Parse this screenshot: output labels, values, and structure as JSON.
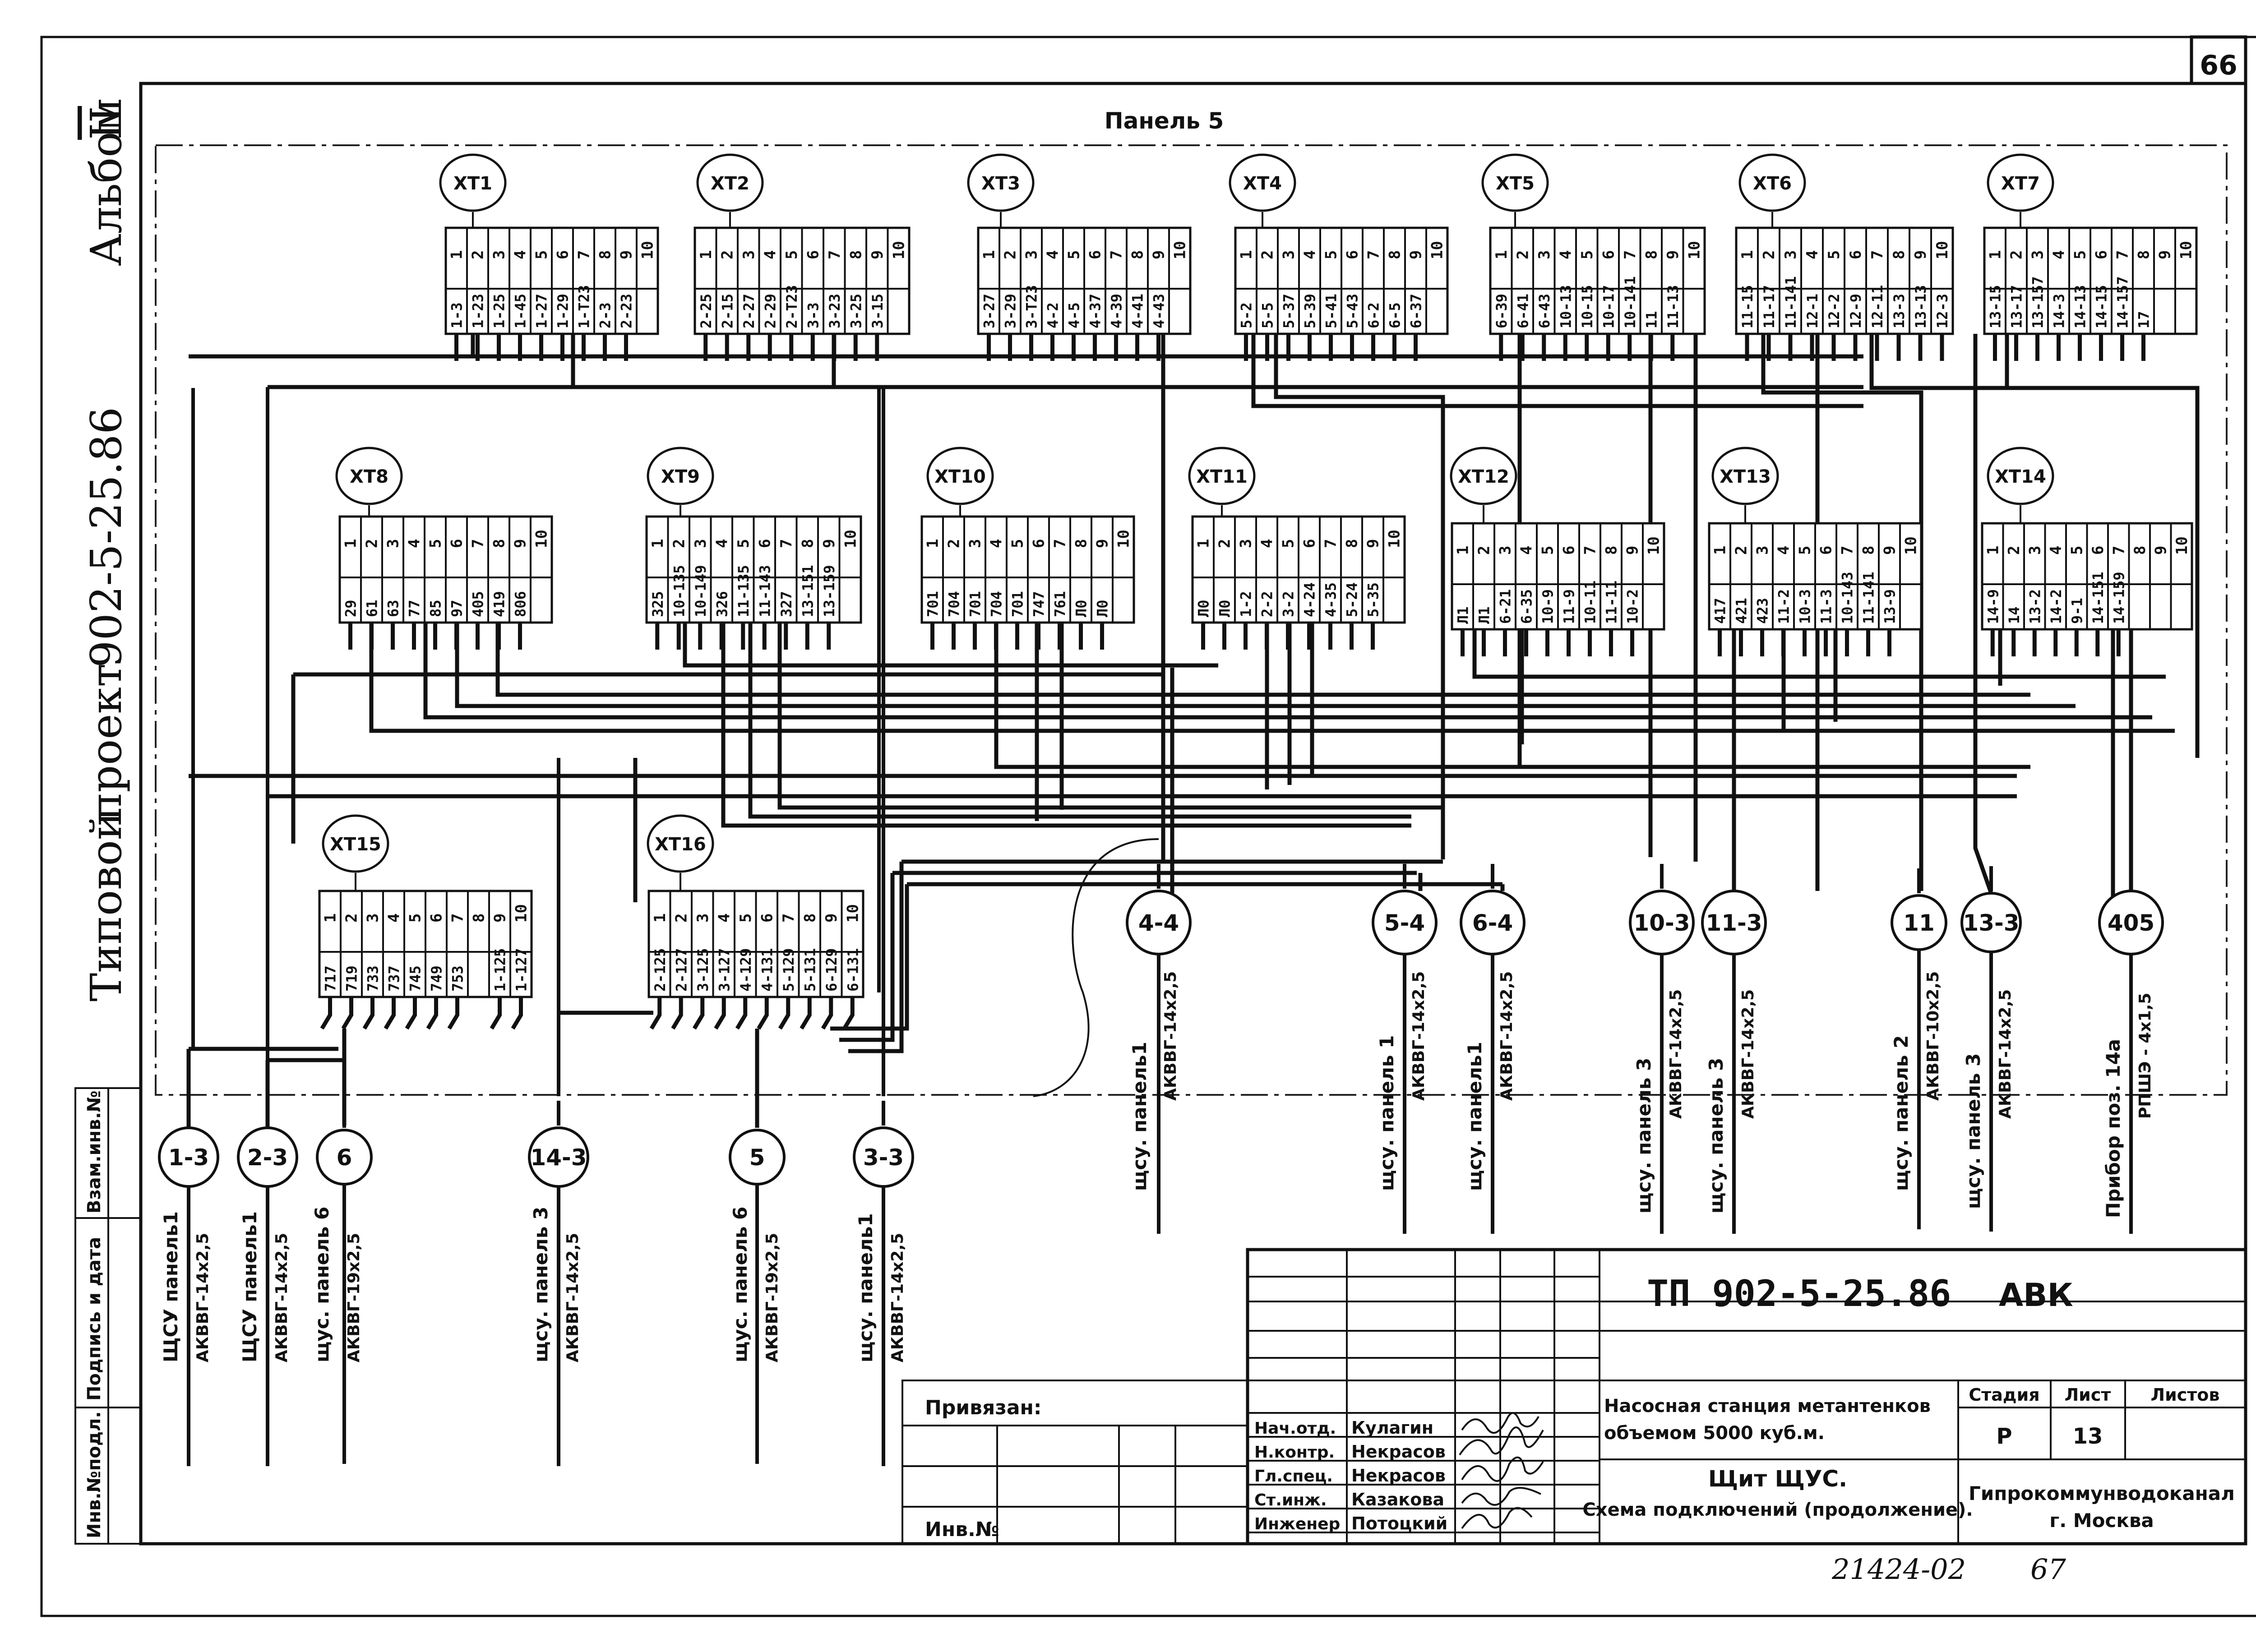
{
  "sheet": {
    "page_number": "66",
    "left_strip_title": "Типовой проект 902-5-25.86 Альбом II",
    "left_strip_parts": [
      "Типовой",
      "проект",
      "902-5-25.86",
      "Альбом",
      "II"
    ],
    "left_fields": [
      "Взам.инв.№",
      "Подпись и дата",
      "Инв.№подл."
    ],
    "panel_label": "Панель 5"
  },
  "terminal_blocks": [
    {
      "id": "XT1",
      "entries": [
        "1-3",
        "1-23",
        "1-25",
        "1-45",
        "1-27",
        "1-29",
        "1-Т23",
        "2-3",
        "2-23",
        ""
      ]
    },
    {
      "id": "XT2",
      "entries": [
        "2-25",
        "2-15",
        "2-27",
        "2-29",
        "2-Т23",
        "3-3",
        "3-23",
        "3-25",
        "3-15",
        ""
      ]
    },
    {
      "id": "XT3",
      "entries": [
        "3-27",
        "3-29",
        "3-Т23",
        "4-2",
        "4-5",
        "4-37",
        "4-39",
        "4-41",
        "4-43",
        ""
      ]
    },
    {
      "id": "XT4",
      "entries": [
        "5-2",
        "5-5",
        "5-37",
        "5-39",
        "5-41",
        "5-43",
        "6-2",
        "6-5",
        "6-37",
        ""
      ]
    },
    {
      "id": "XT5",
      "entries": [
        "6-39",
        "6-41",
        "6-43",
        "10-13",
        "10-15",
        "10-17",
        "10-141",
        "11",
        "11-13",
        ""
      ]
    },
    {
      "id": "XT6",
      "entries": [
        "11-15",
        "11-17",
        "11-141",
        "12-1",
        "12-2",
        "12-9",
        "12-11",
        "13-3",
        "13-13",
        "12-3"
      ]
    },
    {
      "id": "XT7",
      "entries": [
        "13-15",
        "13-17",
        "13-157",
        "14-3",
        "14-13",
        "14-15",
        "14-157",
        "17",
        "",
        ""
      ]
    },
    {
      "id": "XT8",
      "entries": [
        "29",
        "61",
        "63",
        "77",
        "85",
        "97",
        "405",
        "419",
        "806",
        ""
      ]
    },
    {
      "id": "XT9",
      "entries": [
        "325",
        "10-135",
        "10-149",
        "326",
        "11-135",
        "11-143",
        "327",
        "13-151",
        "13-159",
        ""
      ]
    },
    {
      "id": "XT10",
      "entries": [
        "701",
        "704",
        "701",
        "704",
        "701",
        "747",
        "761",
        "Л0",
        "Л0",
        ""
      ]
    },
    {
      "id": "XT11",
      "entries": [
        "Л0",
        "Л0",
        "1-2",
        "2-2",
        "3-2",
        "4-24",
        "4-35",
        "5-24",
        "5-35",
        ""
      ]
    },
    {
      "id": "XT12",
      "entries": [
        "Л1",
        "Л1",
        "6-21",
        "6-35",
        "10-9",
        "11-9",
        "10-11",
        "11-11",
        "10-2",
        ""
      ]
    },
    {
      "id": "XT13",
      "entries": [
        "417",
        "421",
        "423",
        "11-2",
        "10-3",
        "11-3",
        "10-143",
        "11-141",
        "13-9",
        ""
      ]
    },
    {
      "id": "XT14",
      "entries": [
        "14-9",
        "14",
        "13-2",
        "14-2",
        "9-1",
        "14-151",
        "14-159",
        "",
        "",
        ""
      ]
    },
    {
      "id": "XT15",
      "entries": [
        "717",
        "719",
        "733",
        "737",
        "745",
        "749",
        "753",
        "",
        "1-125",
        "1-127"
      ]
    },
    {
      "id": "XT16",
      "entries": [
        "2-125",
        "2-127",
        "3-125",
        "3-127",
        "4-129",
        "4-131",
        "5-129",
        "5-131",
        "6-129",
        "6-131"
      ]
    }
  ],
  "cables": [
    {
      "id": "1-3",
      "destination": "ЩСУ панель1",
      "cable": "АКВВГ-14х2,5"
    },
    {
      "id": "2-3",
      "destination": "ЩСУ панель1",
      "cable": "АКВВГ-14х2,5"
    },
    {
      "id": "6",
      "destination": "щус. панель 6",
      "cable": "АКВВГ-19х2,5"
    },
    {
      "id": "14-3",
      "destination": "щсу. панель 3",
      "cable": "АКВВГ-14х2,5"
    },
    {
      "id": "5",
      "destination": "щус. панель 6",
      "cable": "АКВВГ-19х2,5"
    },
    {
      "id": "3-3",
      "destination": "щсу. панель1",
      "cable": "АКВВГ-14х2,5"
    },
    {
      "id": "4-4",
      "destination": "щсу. панель1",
      "cable": "АКВВГ-14х2,5"
    },
    {
      "id": "5-4",
      "destination": "щсу. панель 1",
      "cable": "АКВВГ-14х2,5"
    },
    {
      "id": "6-4",
      "destination": "щсу. панель1",
      "cable": "АКВВГ-14х2,5"
    },
    {
      "id": "10-3",
      "destination": "щсу. панель 3",
      "cable": "АКВВГ-14х2,5"
    },
    {
      "id": "11-3",
      "destination": "щсу. панель 3",
      "cable": "АКВВГ-14х2,5"
    },
    {
      "id": "11",
      "destination": "щсу. панель 2",
      "cable": "АКВВГ-10х2,5"
    },
    {
      "id": "13-3",
      "destination": "щсу. панель 3",
      "cable": "АКВВГ-14х2,5"
    },
    {
      "id": "405",
      "destination": "Прибор поз. 14а",
      "cable": "РПШЭ - 4х1,5"
    }
  ],
  "title_block": {
    "code": "ТП 902-5-25.86",
    "suffix": "АВК",
    "linked_label": "Привязан:",
    "inv_label": "Инв.№",
    "roles": [
      "Нач.отд.",
      "Н.контр.",
      "Гл.спец.",
      "Ст.инж.",
      "Инженер"
    ],
    "names": [
      "Кулагин",
      "Некрасов",
      "Некрасов",
      "Казакова",
      "Потоцкий"
    ],
    "project_name_line1": "Насосная станция метантенков",
    "project_name_line2": "объемом 5000 куб.м.",
    "sheet_title_line1": "Щит ЩУС.",
    "sheet_title_line2": "Схема подключений (продолжение).",
    "stage_label": "Стадия",
    "sheet_label": "Лист",
    "sheets_label": "Листов",
    "stage_value": "Р",
    "sheet_value": "13",
    "organization_line1": "Гипрокоммунводоканал",
    "organization_line2": "г. Москва"
  },
  "footer": {
    "archive_number": "21424-02",
    "page_ref": "67"
  }
}
